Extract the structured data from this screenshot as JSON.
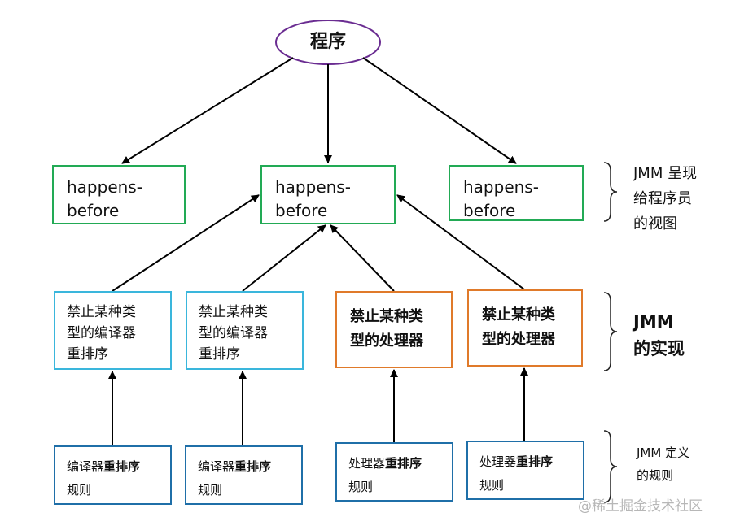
{
  "root": {
    "label": "程序"
  },
  "happens_before": [
    {
      "label": "happens-\nbefore"
    },
    {
      "label": "happens-\nbefore"
    },
    {
      "label": "happens-\nbefore"
    }
  ],
  "compiler_reorder": [
    {
      "label": "禁止某种类\n型的编译器\n重排序"
    },
    {
      "label": "禁止某种类\n型的编译器\n重排序"
    }
  ],
  "processor_reorder": [
    {
      "label": "禁止某种类\n型的处理器"
    },
    {
      "label": "禁止某种类\n型的处理器"
    }
  ],
  "rules": [
    {
      "normal": "编译器",
      "bold": "重排序",
      "line2": "规则"
    },
    {
      "normal": "编译器",
      "bold": "重排序",
      "line2": "规则"
    },
    {
      "normal": "处理器",
      "bold": "重排序",
      "line2": "规则"
    },
    {
      "normal": "处理器",
      "bold": "重排序",
      "line2": "规则"
    }
  ],
  "side_labels": {
    "programmer_view": "JMM 呈现\n给程序员\n的视图",
    "implementation": "JMM\n的实现",
    "definition": "JMM 定义\n的规则"
  },
  "watermark": "@稀土掘金技术社区",
  "colors": {
    "root_border": "#6a2c91",
    "happens_before_border": "#22aa55",
    "compiler_border": "#3ab6dc",
    "processor_border": "#e07a2a",
    "rule_border": "#1f6fa8"
  }
}
